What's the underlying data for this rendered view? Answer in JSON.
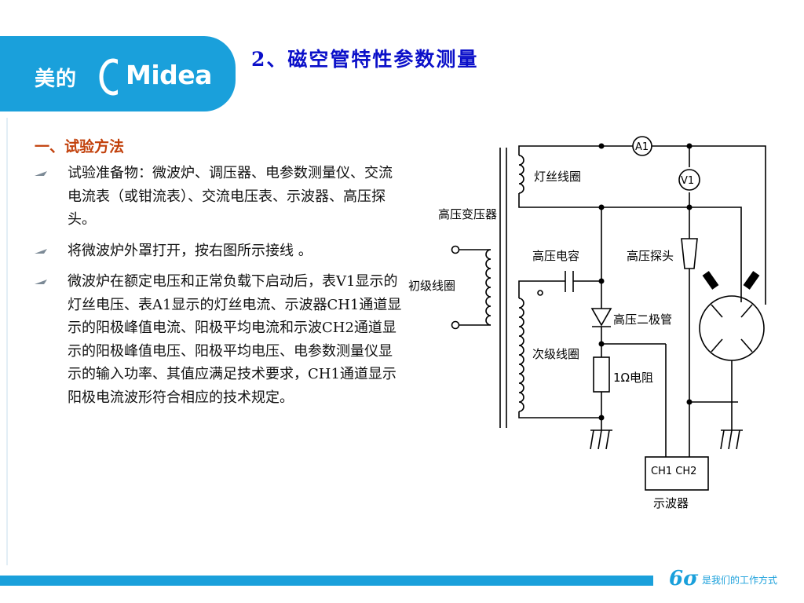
{
  "header": {
    "logo_cn": "美的",
    "logo_en": "Midea",
    "title": "2、磁空管特性参数测量"
  },
  "section": {
    "heading": "一、试验方法"
  },
  "bullets": [
    "试验准备物：微波炉、调压器、电参数测量仪、交流电流表（或钳流表）、交流电压表、示波器、高压探头。",
    "将微波炉外罩打开，按右图所示接线 。",
    "微波炉在额定电压和正常负载下启动后，表V1显示的灯丝电压、表A1显示的灯丝电流、示波器CH1通道显示的阳极峰值电流、阳极平均电流和示波CH2通道显示的阳极峰值电压、阳极平均电压、电参数测量仪显示的输入功率、其值应满足技术要求，CH1通道显示阳极电流波形符合相应的技术规定。"
  ],
  "diagram": {
    "labels": {
      "transformer": "高压变压器",
      "filament_coil": "灯丝线圈",
      "primary_coil": "初级线圈",
      "hv_capacitor": "高压电容",
      "hv_probe": "高压探头",
      "hv_diode": "高压二极管",
      "secondary_coil": "次级线圈",
      "resistor": "1Ω电阻",
      "scope_channels": "CH1 CH2",
      "oscilloscope": "示波器",
      "ammeter": "A1",
      "voltmeter": "V1"
    }
  },
  "footer": {
    "sigma_logo": "6σ",
    "slogan": "是我们的工作方式"
  },
  "colors": {
    "brand_blue": "#1aa0db",
    "title_blue": "#0b10c9",
    "heading_orange": "#c2410c"
  }
}
